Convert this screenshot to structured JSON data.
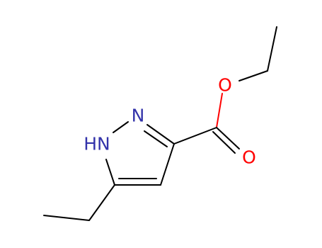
{
  "molecule": {
    "colors": {
      "carbon_bond": "#000000",
      "nitrogen": "#3333aa",
      "oxygen": "#ff0000"
    },
    "atom_labels": {
      "ring_nitrogen": "N",
      "nh_nitrogen": "HN",
      "ether_oxygen": "O",
      "carbonyl_oxygen": "O"
    }
  }
}
